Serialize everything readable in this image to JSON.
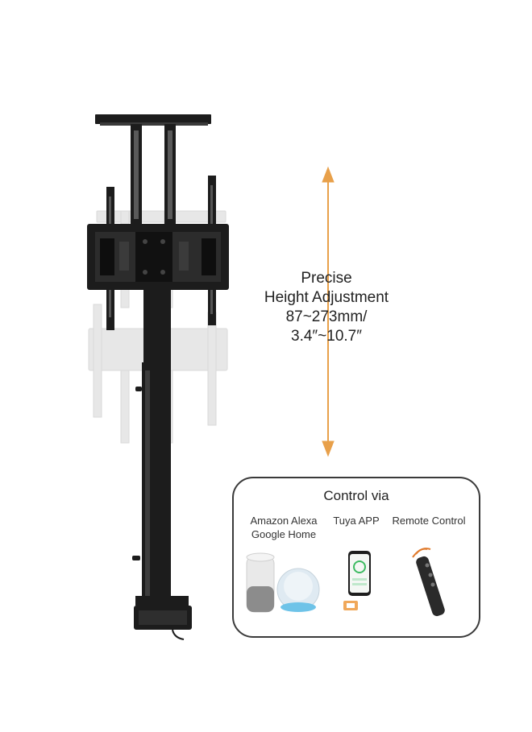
{
  "caption": {
    "line1": "Precise",
    "line2": "Height Adjustment",
    "line3": "87~273mm/",
    "line4": "3.4″~10.7″"
  },
  "control": {
    "title": "Control via",
    "options": [
      {
        "line1": "Amazon Alexa",
        "line2": "Google Home",
        "icon": "smart-speaker-icon"
      },
      {
        "line1": "Tuya APP",
        "icon": "smartphone-app-icon"
      },
      {
        "line1": "Remote Control",
        "icon": "remote-control-icon"
      }
    ]
  },
  "colors": {
    "arrow": "#e8a04a",
    "mount": "#1c1c1c",
    "ghost": "#cfcfcf",
    "box_border": "#3a3a3a"
  }
}
